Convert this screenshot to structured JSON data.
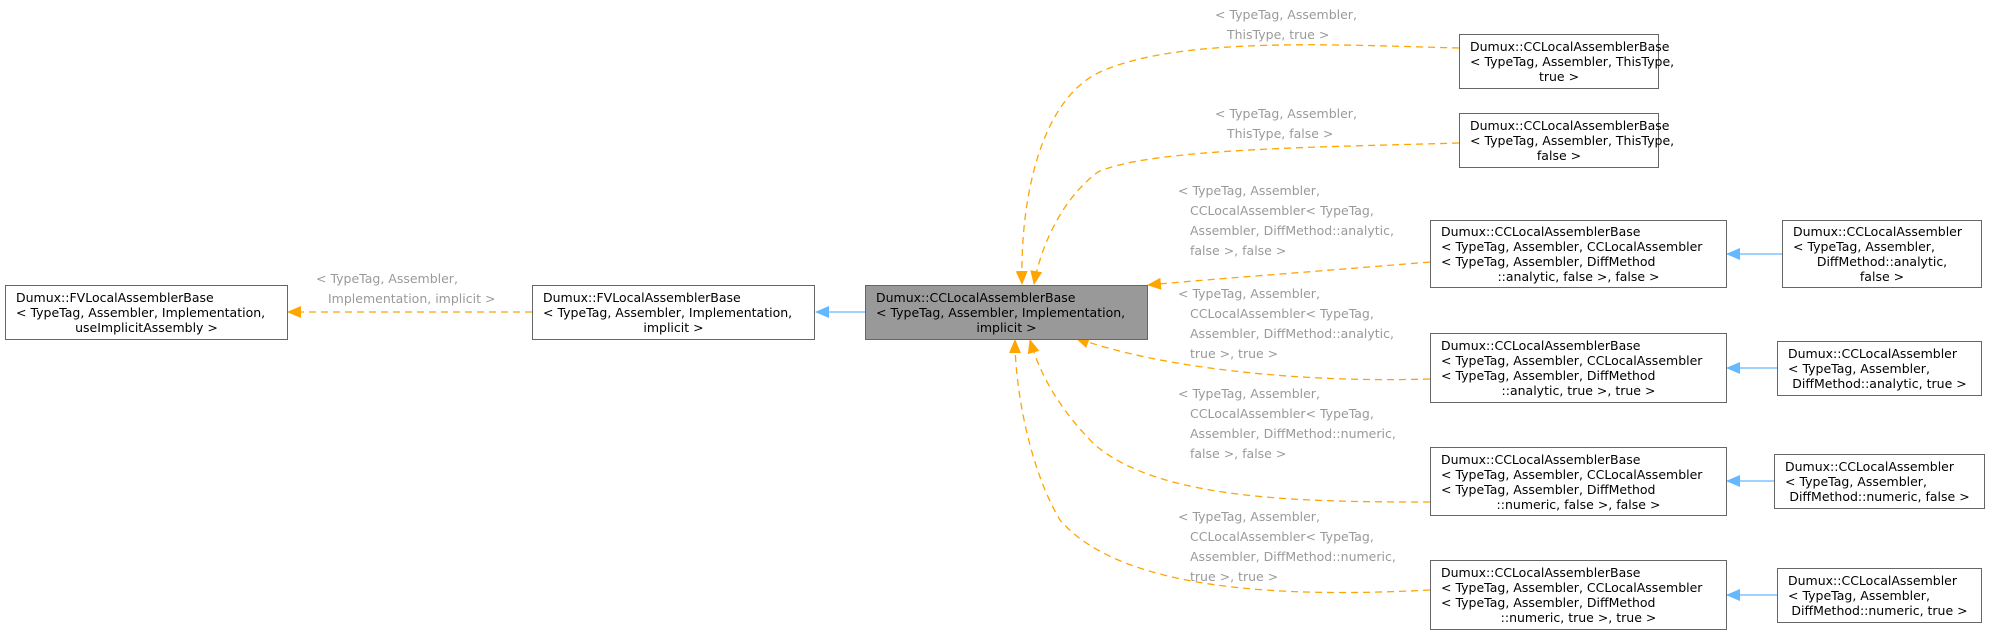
{
  "colors": {
    "template_edge": "#ffa500",
    "inherit_edge": "#63b8ff",
    "highlight_fill": "#999999",
    "border": "#666666",
    "label": "#9a9a9a"
  },
  "nodes": {
    "fv_local_assembler_base_implicit_assembly": [
      "Dumux::FVLocalAssemblerBase",
      "< TypeTag, Assembler, Implementation,",
      "useImplicitAssembly >"
    ],
    "fv_local_assembler_base_implicit": [
      "Dumux::FVLocalAssemblerBase",
      "< TypeTag, Assembler, Implementation,",
      "implicit >"
    ],
    "cc_local_assembler_base_focus": [
      "Dumux::CCLocalAssemblerBase",
      "< TypeTag, Assembler, Implementation,",
      "implicit >"
    ],
    "cc_base_thistype_true": [
      "Dumux::CCLocalAssemblerBase",
      "< TypeTag, Assembler, ThisType,",
      "true >"
    ],
    "cc_base_thistype_false": [
      "Dumux::CCLocalAssemblerBase",
      "< TypeTag, Assembler, ThisType,",
      "false >"
    ],
    "cc_base_analytic_false": [
      "Dumux::CCLocalAssemblerBase",
      "< TypeTag, Assembler, CCLocalAssembler",
      "< TypeTag, Assembler, DiffMethod",
      "::analytic, false >, false >"
    ],
    "cc_base_analytic_true": [
      "Dumux::CCLocalAssemblerBase",
      "< TypeTag, Assembler, CCLocalAssembler",
      "< TypeTag, Assembler, DiffMethod",
      "::analytic, true >, true >"
    ],
    "cc_base_numeric_false": [
      "Dumux::CCLocalAssemblerBase",
      "< TypeTag, Assembler, CCLocalAssembler",
      "< TypeTag, Assembler, DiffMethod",
      "::numeric, false >, false >"
    ],
    "cc_base_numeric_true": [
      "Dumux::CCLocalAssemblerBase",
      "< TypeTag, Assembler, CCLocalAssembler",
      "< TypeTag, Assembler, DiffMethod",
      "::numeric, true >, true >"
    ],
    "cc_assembler_analytic_false": [
      "Dumux::CCLocalAssembler",
      "< TypeTag, Assembler,",
      "DiffMethod::analytic,",
      "false >"
    ],
    "cc_assembler_analytic_true": [
      "Dumux::CCLocalAssembler",
      "< TypeTag, Assembler,",
      "DiffMethod::analytic, true >"
    ],
    "cc_assembler_numeric_false": [
      "Dumux::CCLocalAssembler",
      "< TypeTag, Assembler,",
      "DiffMethod::numeric, false >"
    ],
    "cc_assembler_numeric_true": [
      "Dumux::CCLocalAssembler",
      "< TypeTag, Assembler,",
      "DiffMethod::numeric, true >"
    ]
  },
  "edge_labels": {
    "implicit_assembly": [
      "< TypeTag, Assembler,",
      "Implementation, implicit >"
    ],
    "thistype_true": [
      "< TypeTag, Assembler,",
      "ThisType, true >"
    ],
    "thistype_false": [
      "< TypeTag, Assembler,",
      "ThisType, false >"
    ],
    "analytic_false": [
      "< TypeTag, Assembler,",
      "CCLocalAssembler< TypeTag,",
      "Assembler, DiffMethod::analytic,",
      "false >, false >"
    ],
    "analytic_true": [
      "< TypeTag, Assembler,",
      "CCLocalAssembler< TypeTag,",
      "Assembler, DiffMethod::analytic,",
      "true >, true >"
    ],
    "numeric_false": [
      "< TypeTag, Assembler,",
      "CCLocalAssembler< TypeTag,",
      "Assembler, DiffMethod::numeric,",
      "false >, false >"
    ],
    "numeric_true": [
      "< TypeTag, Assembler,",
      "CCLocalAssembler< TypeTag,",
      "Assembler, DiffMethod::numeric,",
      "true >, true >"
    ]
  }
}
